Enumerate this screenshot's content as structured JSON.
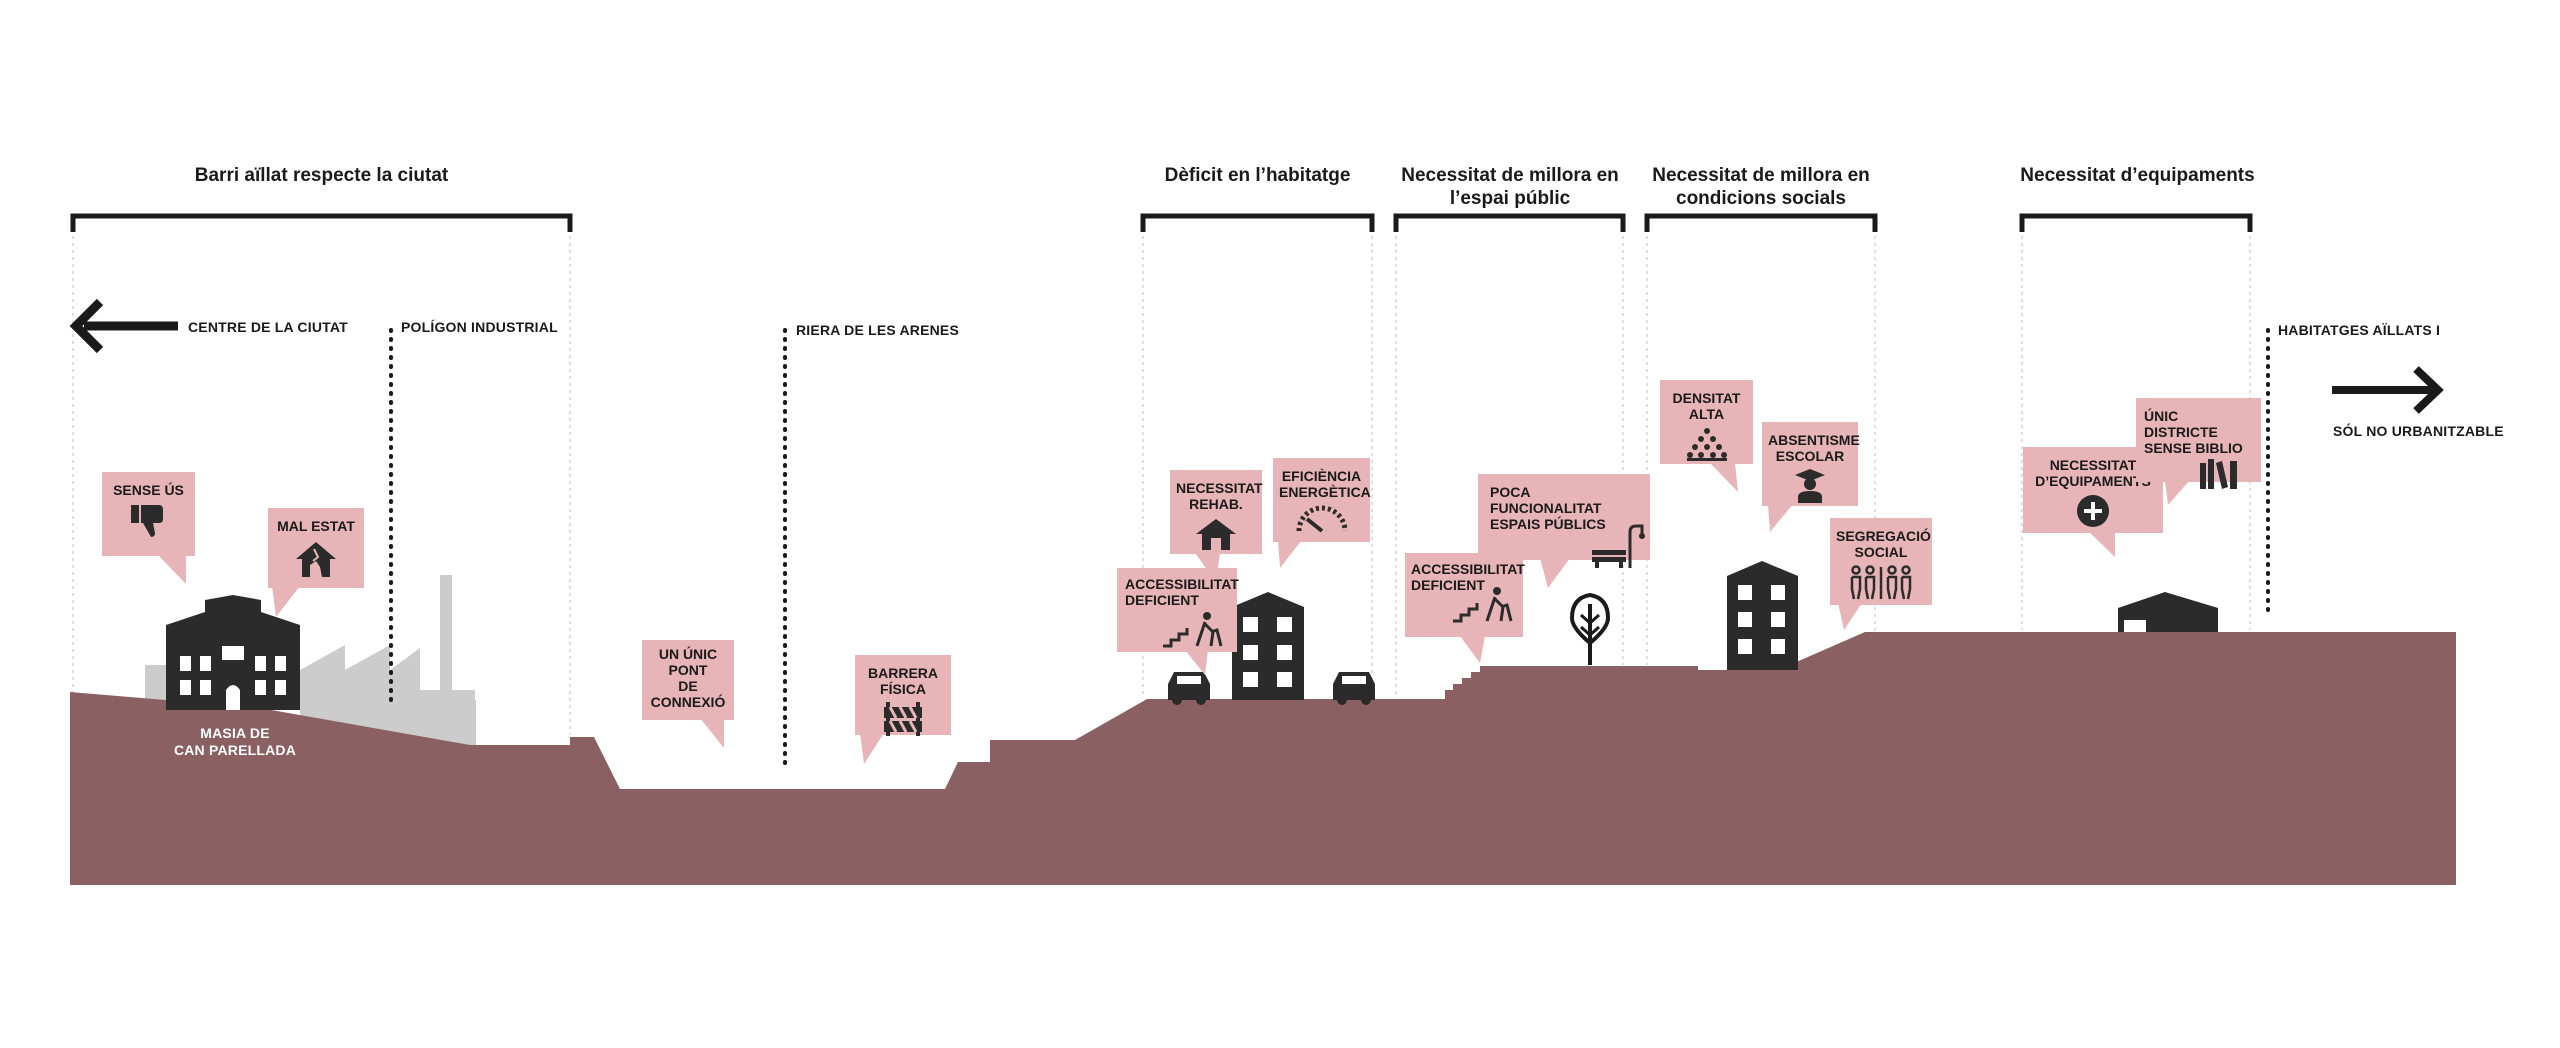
{
  "headers": [
    {
      "id": "h1",
      "text": "Barri aïllat respecte la ciutat"
    },
    {
      "id": "h2",
      "text": "Dèficit en l’habitatge"
    },
    {
      "id": "h3",
      "line1": "Necessitat de millora en",
      "line2": "l’espai públic"
    },
    {
      "id": "h4",
      "line1": "Necessitat de millora en",
      "line2": "condicions socials"
    },
    {
      "id": "h5",
      "text": "Necessitat d’equipaments"
    }
  ],
  "labels": {
    "centre": "CENTRE DE LA CIUTAT",
    "poligon": "POLÍGON INDUSTRIAL",
    "riera": "RIERA DE LES ARENES",
    "habitatges": "HABITATGES AÏLLATS I",
    "sol": "SÓL NO URBANITZABLE",
    "masia1": "MASIA DE",
    "masia2": "CAN PARELLADA"
  },
  "bubbles": {
    "sense_us": [
      "SENSE ÚS"
    ],
    "mal_estat": [
      "MAL ESTAT"
    ],
    "un_unic_pont": [
      "UN ÚNIC",
      "PONT",
      "DE",
      "CONNEXIÓ"
    ],
    "barrera_fisica": [
      "BARRERA",
      "FÍSICA"
    ],
    "necessitat_rehab": [
      "NECESSITAT",
      "REHAB."
    ],
    "eficiencia": [
      "EFICIÈNCIA",
      "ENERGÈTICA"
    ],
    "accessibilitat_1": [
      "ACCESSIBILITAT",
      "DEFICIENT"
    ],
    "poca_funcionalitat": [
      "POCA FUNCIONALITAT",
      "ESPAIS PÚBLICS"
    ],
    "accessibilitat_2": [
      "ACCESSIBILITAT",
      "DEFICIENT"
    ],
    "densitat": [
      "DENSITAT",
      "ALTA"
    ],
    "absentisme": [
      "ABSENTISME",
      "ESCOLAR"
    ],
    "segregacio": [
      "SEGREGACIÓ",
      "SOCIAL"
    ],
    "necessitat_equip": [
      "NECESSITAT",
      "D’EQUIPAMENTS"
    ],
    "unic_districte": [
      "ÚNIC DISTRICTE",
      "SENSE BIBLIO"
    ]
  },
  "colors": {
    "ground": "#8a6062",
    "bubble": "#e7b5b7",
    "building": "#2b2b2b",
    "industrial": "#cccccc",
    "line": "#1a1a1a"
  }
}
